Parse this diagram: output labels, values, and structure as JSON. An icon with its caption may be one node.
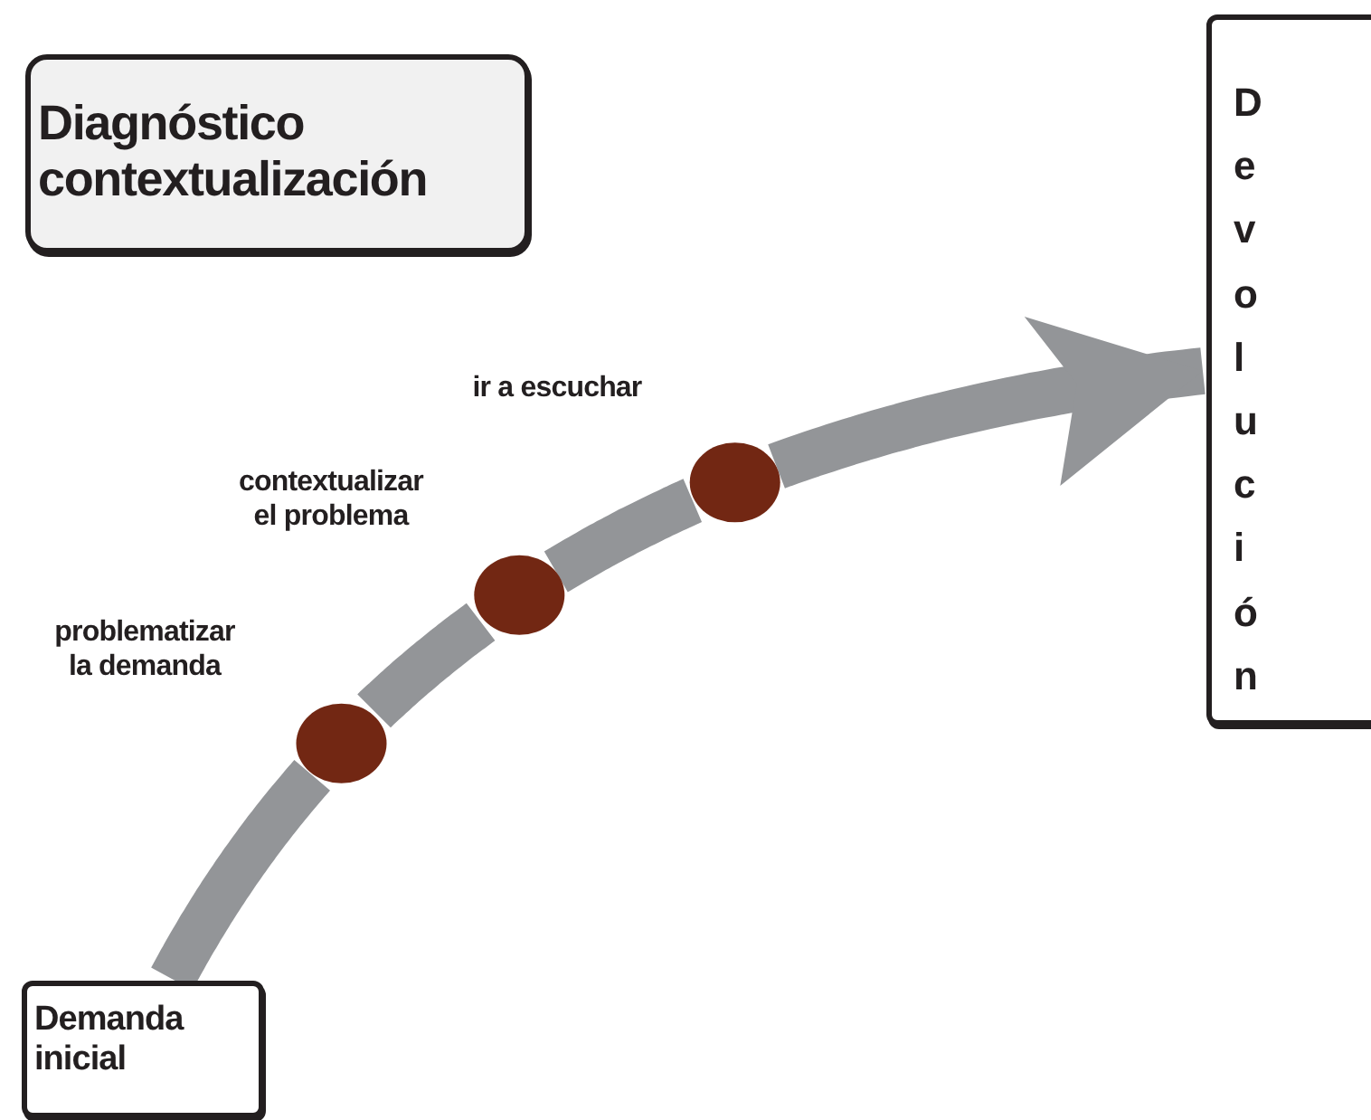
{
  "diagram": {
    "nodes": [
      {
        "text": [
          "Diagnóstico contextualización"
        ]
      },
      {
        "text": [
          "Devolución"
        ]
      },
      {
        "text": [
          "Demanda inicial"
        ]
      },
      {
        "text": [],
        "shape": "circle",
        "beside": [
          "problematizar la demanda"
        ]
      },
      {
        "text": [],
        "shape": "circle",
        "beside": [
          "contextualizar el problema"
        ]
      },
      {
        "text": [],
        "shape": "circle",
        "beside": [
          "ir a escuchar"
        ]
      }
    ],
    "edges": [
      {
        "from": 2,
        "to": 3,
        "arrow": "none"
      },
      {
        "from": 3,
        "to": 4,
        "arrow": "none"
      },
      {
        "from": 4,
        "to": 5,
        "arrow": "none"
      },
      {
        "from": 5,
        "to": 1,
        "arrow": "to"
      }
    ]
  }
}
